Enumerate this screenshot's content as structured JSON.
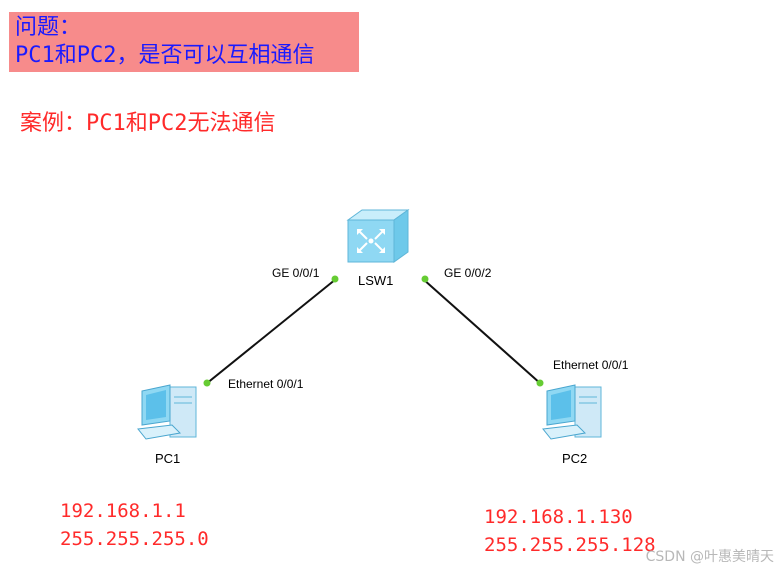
{
  "question": {
    "line1": "问题：",
    "line2": "PC1和PC2，是否可以互相通信"
  },
  "case_title": "案例：PC1和PC2无法通信",
  "switch": {
    "name": "LSW1",
    "port_left": "GE 0/0/1",
    "port_right": "GE 0/0/2",
    "icon": "switch-icon"
  },
  "pc1": {
    "name": "PC1",
    "port": "Ethernet 0/0/1",
    "ip": "192.168.1.1",
    "mask": "255.255.255.0",
    "icon": "pc-icon"
  },
  "pc2": {
    "name": "PC2",
    "port": "Ethernet 0/0/1",
    "ip": "192.168.1.130",
    "mask": "255.255.255.128",
    "icon": "pc-icon"
  },
  "watermark": "CSDN @叶惠美晴天",
  "colors": {
    "question_bg": "#f78b8b",
    "question_text": "#1a1aff",
    "red_text": "#ff2a2a",
    "link_dot": "#66cc33"
  }
}
